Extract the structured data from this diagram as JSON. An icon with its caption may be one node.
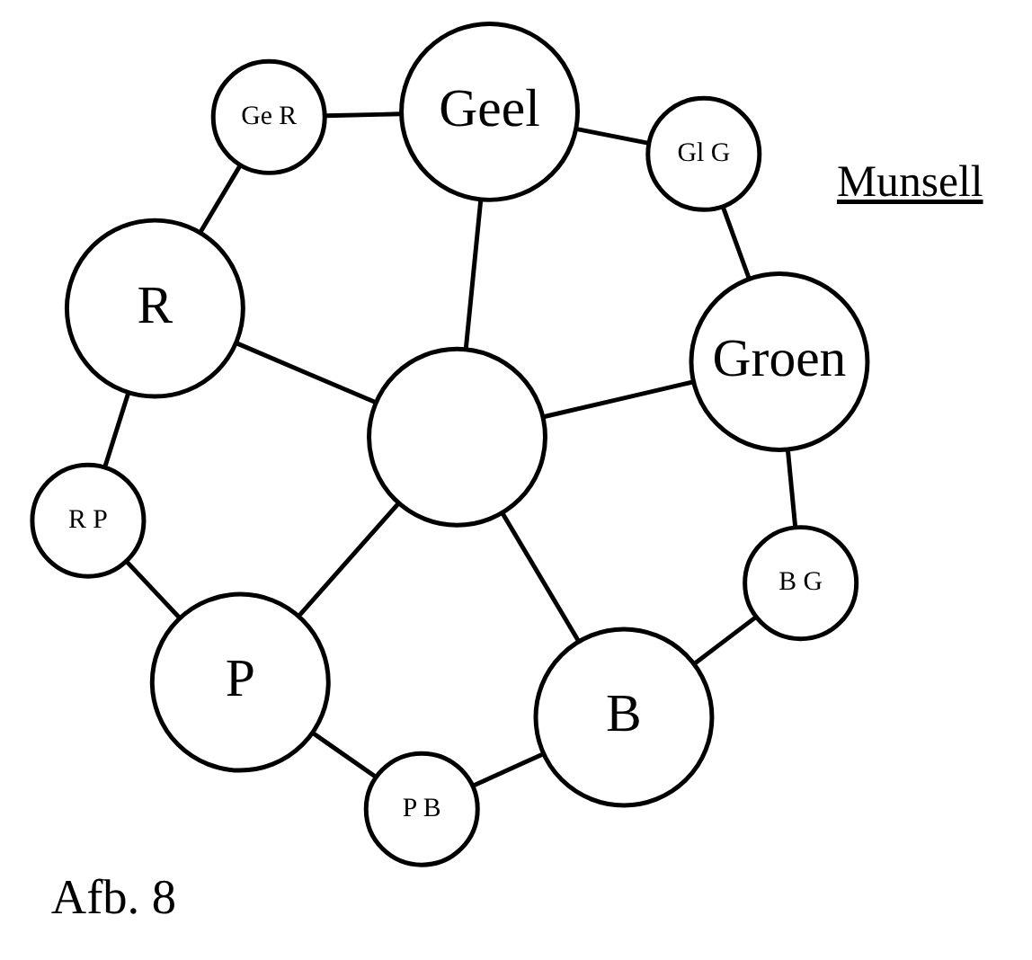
{
  "diagram": {
    "caption": "Afb. 8",
    "nodes": [
      {
        "text": [
          "Geel"
        ]
      },
      {
        "text": [
          "Ge R"
        ]
      },
      {
        "text": [
          "Gl G"
        ]
      },
      {
        "text": [
          "R"
        ]
      },
      {
        "text": [],
        "shape": "circle"
      },
      {
        "text": [
          "Groen"
        ]
      },
      {
        "text": [
          "R P"
        ]
      },
      {
        "text": [
          "B G"
        ]
      },
      {
        "text": [
          "P"
        ]
      },
      {
        "text": [
          "B"
        ]
      },
      {
        "text": [
          "P B"
        ]
      }
    ],
    "edges": [
      {
        "from": 0,
        "to": 2,
        "arrow": "none"
      },
      {
        "from": 2,
        "to": 5,
        "arrow": "none"
      },
      {
        "from": 5,
        "to": 7,
        "arrow": "none"
      },
      {
        "from": 7,
        "to": 9,
        "arrow": "none"
      },
      {
        "from": 9,
        "to": 10,
        "arrow": "none"
      },
      {
        "from": 10,
        "to": 8,
        "arrow": "none"
      },
      {
        "from": 8,
        "to": 6,
        "arrow": "none"
      },
      {
        "from": 6,
        "to": 3,
        "arrow": "none"
      },
      {
        "from": 3,
        "to": 1,
        "arrow": "none"
      },
      {
        "from": 1,
        "to": 0,
        "arrow": "none"
      },
      {
        "from": 4,
        "to": 0,
        "arrow": "none"
      },
      {
        "from": 4,
        "to": 3,
        "arrow": "none"
      },
      {
        "from": 4,
        "to": 5,
        "arrow": "none"
      },
      {
        "from": 4,
        "to": 8,
        "arrow": "none"
      },
      {
        "from": 4,
        "to": 9,
        "arrow": "none"
      }
    ],
    "labels": [
      "Munsell"
    ]
  }
}
